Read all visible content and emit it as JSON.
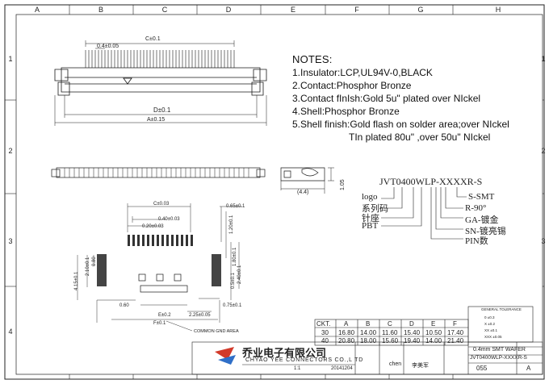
{
  "frame": {
    "cols": [
      "A",
      "B",
      "C",
      "D",
      "E",
      "F",
      "G",
      "H"
    ],
    "rows": [
      "1",
      "2",
      "3",
      "4"
    ]
  },
  "notes": {
    "title": "NOTES:",
    "lines": [
      "1.Insulator:LCP,UL94V-0,BLACK",
      "2.Contact:Phosphor Bronze",
      "3.Contact fInIsh:Gold 5u\" plated over NIckel",
      "4.Shell:Phosphor Bronze",
      "5.Shell finish:Gold flash on solder area;over NIckel",
      "TIn plated 80u\" ,over 50u\" NIckel"
    ]
  },
  "part_number": {
    "code": "JVT0400WLP-XXXXR-S",
    "legend_left": [
      "logo",
      "系列码",
      "针座",
      "PBT"
    ],
    "legend_right": [
      "S-SMT",
      "R-90°",
      "GA-镀金",
      "SN-镀亮锡",
      "PIN数"
    ]
  },
  "dimensions": {
    "top_view": [
      "C±0.1",
      "0.4±0.05",
      "D±0.1",
      "A±0.15"
    ],
    "side_view": [
      "(4.4)",
      "1.05"
    ],
    "footprint": [
      "C±0.03",
      "0.40±0.03",
      "0.20±0.03",
      "0.65±0.1",
      "1.20±0.1",
      "1.80±0.1",
      "2.10±0.1",
      "0.80",
      "4.15±0.1",
      "2.40±0.1",
      "0.5±0.1",
      "0.60",
      "E±0.2",
      "2.25±0.05",
      "0.75±0.1",
      "F±0.1",
      "COMMON GND AREA"
    ]
  },
  "dim_table": {
    "headers": [
      "CKT.",
      "A",
      "B",
      "C",
      "D",
      "E",
      "F"
    ],
    "rows": [
      [
        "30",
        "16.80",
        "14.00",
        "11.60",
        "15.40",
        "10.50",
        "17.40"
      ],
      [
        "40",
        "20.80",
        "18.00",
        "15.60",
        "19.40",
        "14.00",
        "21.40"
      ]
    ]
  },
  "tolerance": {
    "title": "GENERAL TOLERANCE",
    "rows": [
      "0  ±0.3",
      "X  ±0.2",
      "XX  ±0.1",
      "XXX ±0.05"
    ]
  },
  "title_block": {
    "company_cn": "乔业电子有限公司",
    "company_en": "CHYAO YEE CONNECTORS CO.,L TD",
    "description": "0.4mm SMT WAFER",
    "part_no": "JVT0400WLP-XXXXR-S",
    "drawn": "chen",
    "checked": "李美军",
    "scale": "1:1",
    "date": "20141204",
    "sheet_no": "055",
    "rev": "A"
  },
  "colors": {
    "line": "#1a1a1a",
    "logo_blue": "#2f6fc8",
    "logo_red": "#d23a2a"
  }
}
